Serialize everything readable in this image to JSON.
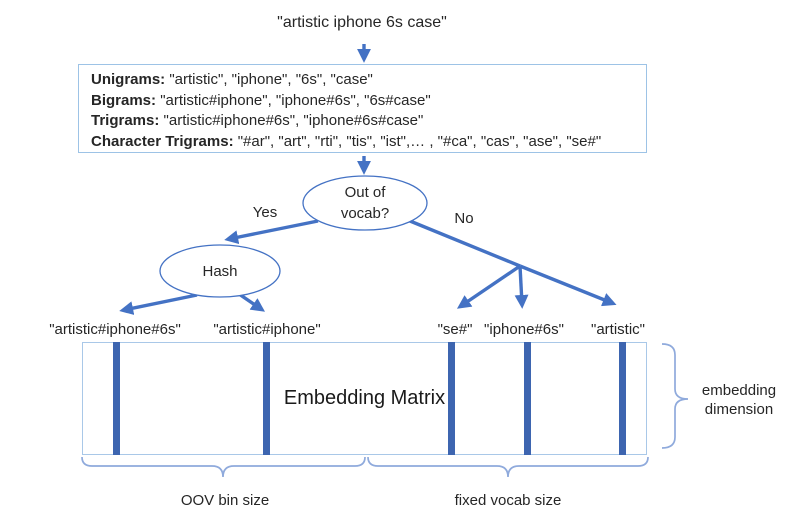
{
  "colors": {
    "arrow_blue": "#4472C4",
    "bar_blue": "#3D65B0",
    "box_border_blue": "#9DC3E6",
    "brace_blue": "#8FAADC",
    "text": "#262626"
  },
  "title": "\"artistic iphone 6s case\"",
  "ngram_box": {
    "lines": [
      {
        "label": "Unigrams:",
        "value": " \"artistic\", \"iphone\", \"6s\", \"case\""
      },
      {
        "label": "Bigrams:",
        "value": " \"artistic#iphone\", \"iphone#6s\", \"6s#case\""
      },
      {
        "label": "Trigrams:",
        "value": " \"artistic#iphone#6s\", \"iphone#6s#case\""
      },
      {
        "label": "Character Trigrams:",
        "value": " \"#ar\", \"art\", \"rti\", \"tis\", \"ist\",… , \"#ca\", \"cas\", \"ase\", \"se#\""
      }
    ]
  },
  "decision": {
    "line1": "Out of",
    "line2": "vocab?",
    "yes": "Yes",
    "no": "No"
  },
  "hash_node": {
    "label": "Hash"
  },
  "oov_tokens": [
    "\"artistic#iphone#6s\"",
    "\"artistic#iphone\""
  ],
  "vocab_tokens": [
    "\"se#\"",
    "\"iphone#6s\"",
    "\"artistic\""
  ],
  "matrix": {
    "label": "Embedding Matrix"
  },
  "braces": {
    "oov": "OOV bin size",
    "vocab": "fixed vocab size",
    "dim_line1": "embedding",
    "dim_line2": "dimension"
  }
}
